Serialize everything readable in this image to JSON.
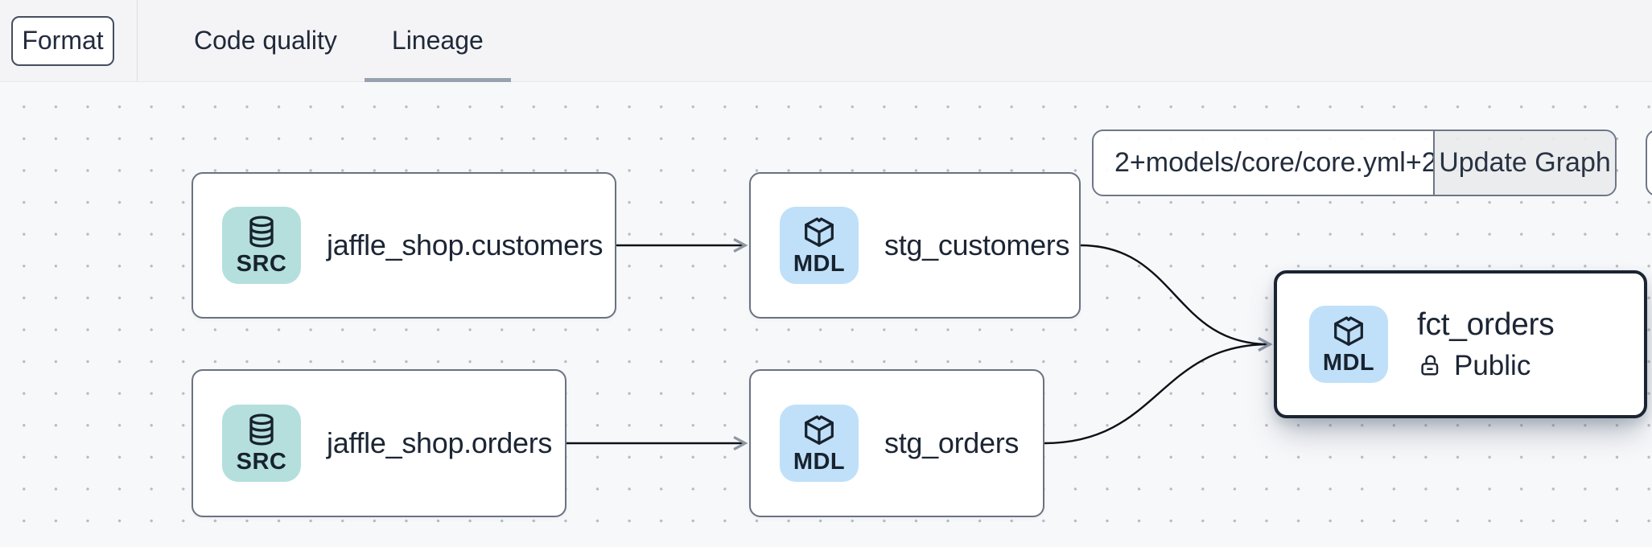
{
  "header": {
    "format_button": "Format",
    "tabs": [
      {
        "label": "Code quality",
        "active": false
      },
      {
        "label": "Lineage",
        "active": true
      }
    ]
  },
  "lineage_controls": {
    "selector_input_value": "2+models/core/core.yml+2",
    "update_button": "Update Graph"
  },
  "graph": {
    "nodes": [
      {
        "badge": "SRC",
        "label": "jaffle_shop.customers",
        "icon": "database-icon",
        "selected": false
      },
      {
        "badge": "MDL",
        "label": "stg_customers",
        "icon": "cube-icon",
        "selected": false
      },
      {
        "badge": "SRC",
        "label": "jaffle_shop.orders",
        "icon": "database-icon",
        "selected": false
      },
      {
        "badge": "MDL",
        "label": "stg_orders",
        "icon": "cube-icon",
        "selected": false
      },
      {
        "badge": "MDL",
        "label": "fct_orders",
        "access": "Public",
        "icon": "cube-icon",
        "selected": true
      }
    ],
    "edges": [
      {
        "from": "jaffle_shop.customers",
        "to": "stg_customers"
      },
      {
        "from": "jaffle_shop.orders",
        "to": "stg_orders"
      },
      {
        "from": "stg_customers",
        "to": "fct_orders"
      },
      {
        "from": "stg_orders",
        "to": "fct_orders"
      }
    ]
  },
  "colors": {
    "source_badge_bg": "#b4dfdd",
    "model_badge_bg": "#bfe0f8",
    "text_dark": "#1c2534",
    "node_border": "#6a7280",
    "selected_node_border": "#1b2433",
    "active_tab_underline": "#98a2b0",
    "edge": "#0d1117",
    "arrowhead": "#8e96a3",
    "canvas_bg": "#f7f8fa",
    "header_bg": "#f4f4f6"
  }
}
